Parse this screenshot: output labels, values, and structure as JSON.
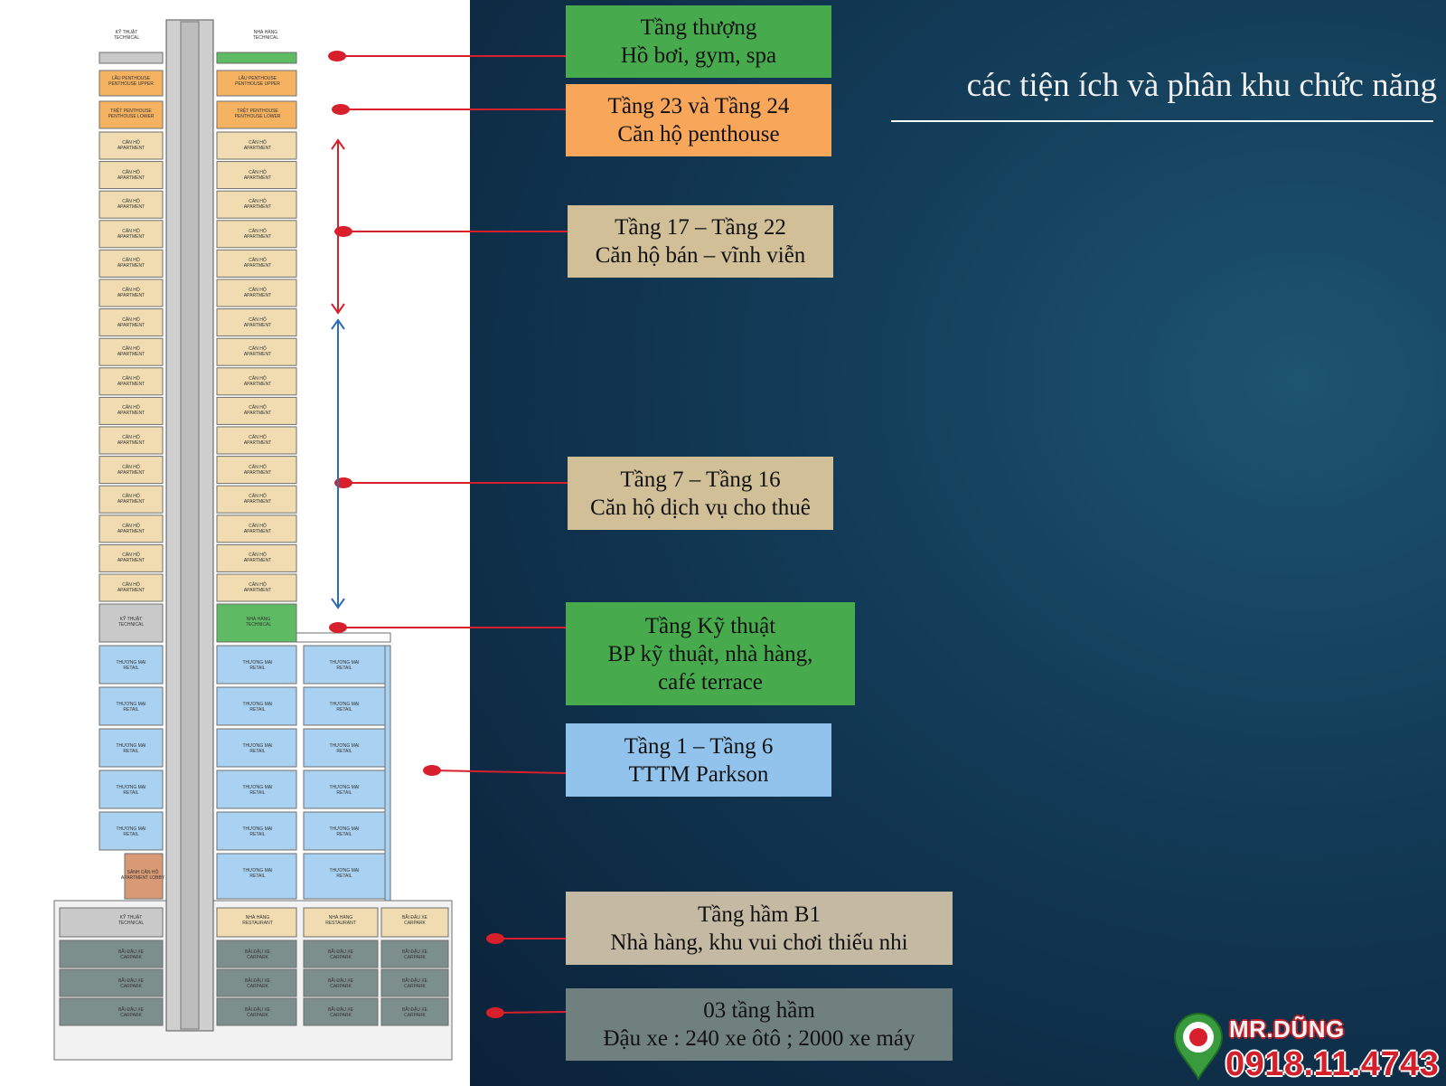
{
  "heading": "các tiện ích và phân khu chức năng",
  "callouts": [
    {
      "line1": "Tầng thượng",
      "line2": "Hồ bơi, gym, spa",
      "line3": "",
      "color": "#47ab4e"
    },
    {
      "line1": "Tầng 23 và Tầng 24",
      "line2": "Căn hộ penthouse",
      "line3": "",
      "color": "#f7a65a"
    },
    {
      "line1": "Tầng 17 – Tầng 22",
      "line2": "Căn hộ bán – vĩnh viễn",
      "line3": "",
      "color": "#d1bf98"
    },
    {
      "line1": "Tầng 7 – Tầng 16",
      "line2": "Căn hộ dịch vụ cho thuê",
      "line3": "",
      "color": "#d1bf98"
    },
    {
      "line1": "Tầng Kỹ thuật",
      "line2": "BP kỹ thuật, nhà hàng,",
      "line3": "café terrace",
      "color": "#47ab4e"
    },
    {
      "line1": "Tầng 1 – Tầng 6",
      "line2": "TTTM Parkson",
      "line3": "",
      "color": "#92c3ec"
    },
    {
      "line1": "Tầng hầm B1",
      "line2": "Nhà hàng, khu vui chơi thiếu nhi",
      "line3": "",
      "color": "#c4b9a2"
    },
    {
      "line1": "03 tầng hầm",
      "line2": "Đậu xe : 240 xe ôtô ; 2000 xe máy",
      "line3": "",
      "color": "#6f807e"
    }
  ],
  "drawing_labels": {
    "technical_left": [
      "KỸ THUẬT",
      "TECHNICAL"
    ],
    "restaurant_top": [
      "NHÀ HÀNG",
      "TECHNICAL"
    ],
    "penthouse_upper": [
      "LẦU PENTHOUSE",
      "PENTHOUSE UPPER"
    ],
    "penthouse_lower": [
      "TRỆT PENTHOUSE",
      "PENTHOUSE LOWER"
    ],
    "apartment": [
      "CĂN HỘ",
      "APARTMENT"
    ],
    "technical_mid": [
      "KỸ THUẬT",
      "TECHNICAL"
    ],
    "restaurant_mid": [
      "NHÀ HÀNG",
      "TECHNICAL"
    ],
    "retail": [
      "THƯƠNG MẠI",
      "RETAIL"
    ],
    "lobby": [
      "SẢNH CĂN HỘ",
      "APARTMENT LOBBY"
    ],
    "technical_b1": [
      "KỸ THUẬT",
      "TECHNICAL"
    ],
    "restaurant_b1": [
      "NHÀ HÀNG",
      "RESTAURANT"
    ],
    "carpark": [
      "BÃI ĐẬU XE",
      "CARPARK"
    ]
  },
  "brand": {
    "name": "MR.DŨNG",
    "phone": "0918.11.4743"
  },
  "colors": {
    "red_line": "#d7202b",
    "blue_arrow": "#2c6db5",
    "penthouse": "#f5b261",
    "apartment": "#f0dcb0",
    "retail": "#a9d1f2",
    "green": "#5fbb63",
    "grey": "#c9c9c9",
    "carpark": "#7d8f8c",
    "lobby": "#d79a74"
  }
}
